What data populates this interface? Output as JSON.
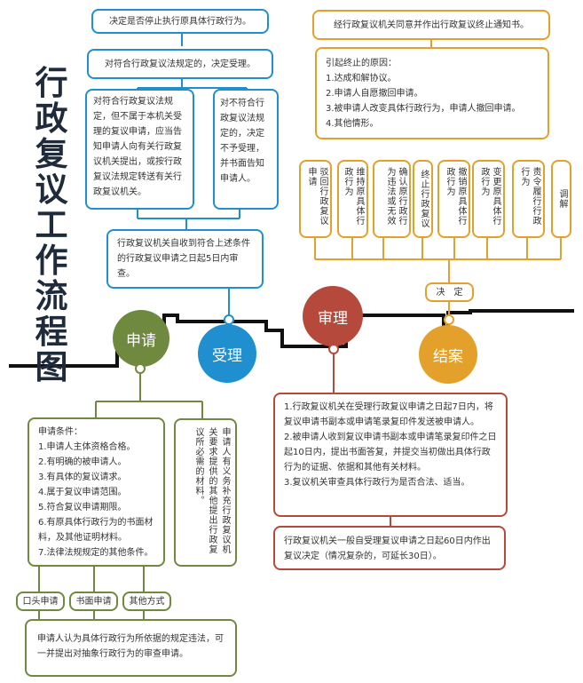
{
  "title": [
    "行",
    "政",
    "复",
    "议",
    "工",
    "作",
    "流",
    "程",
    "图"
  ],
  "stages": {
    "apply": "申请",
    "accept": "受理",
    "review": "审理",
    "conclude": "结案"
  },
  "accept": {
    "top": "决定是否停止执行原具体行政行为。",
    "decide": "对符合行政复议法规定的，决定受理。",
    "transfer": "对符合行政复议法规定，但不属于本机关受理的复议申请，应当告知申请人向有关行政复议机关提出，或按行政复议法规定转送有关行政复议机关。",
    "reject": "对不符合行政复议法规定的，决定不予受理，并书面告知申请人。",
    "review_days": "行政复议机关自收到符合上述条件的行政复议申请之日起5日内审查。"
  },
  "conclude": {
    "notice": "经行政复议机关同意并作出行政复议终止通知书。",
    "reasons_title": "引起终止的原因：",
    "reasons": [
      "1.达成和解协议。",
      "2.申请人自愿撤回申请。",
      "3.被申请人改变具体行政行为，申请人撤回申请。",
      "4.其他情形。"
    ],
    "decisions": [
      "驳回行政复议申请",
      "维持原具体行政行为",
      "确认原行政行为违法或无效",
      "终止行政复议",
      "撤销原具体行政行为",
      "变更原具体行政行为",
      "责令履行行政行为",
      "调解"
    ],
    "decide_label": "决　定"
  },
  "apply": {
    "conditions_title": "申请条件：",
    "conditions": [
      "1.申请人主体资格合格。",
      "2.有明确的被申请人。",
      "3.有具体的复议请求。",
      "4.属于复议申请范围。",
      "5.符合复议申请期限。",
      "6.有原具体行政行为的书面材料，及其他证明材料。",
      "7.法律法规规定的其他条件。"
    ],
    "supplement": "申请人有义务补充行政复议机关要求提供的其他提出行政复议所必需的材料。",
    "methods": [
      "口头申请",
      "书面申请",
      "其他方式"
    ],
    "abstract": "申请人认为具体行政行为所依据的规定违法，可一并提出对抽象行政行为的审查申请。"
  },
  "review": {
    "steps": [
      "1.行政复议机关在受理行政复议申请之日起7日内，将复议申请书副本或申请笔录复印件发送被申请人。",
      "2.被申请人收到复议申请书副本或申请笔录复印件之日起10日内，提出书面答复，并提交当初做出具体行政行为的证据、依据和其他有关材料。",
      "3.复议机关审查具体行政行为是否合法、适当。"
    ],
    "deadline": "行政复议机关一般自受理复议申请之日起60日内作出复议决定（情况复杂的，可延长30日）。"
  },
  "colors": {
    "apply": "#6f8a3f",
    "accept": "#1f8fcf",
    "review": "#b5493c",
    "conclude": "#e3a12b",
    "timeline": "#111111"
  }
}
